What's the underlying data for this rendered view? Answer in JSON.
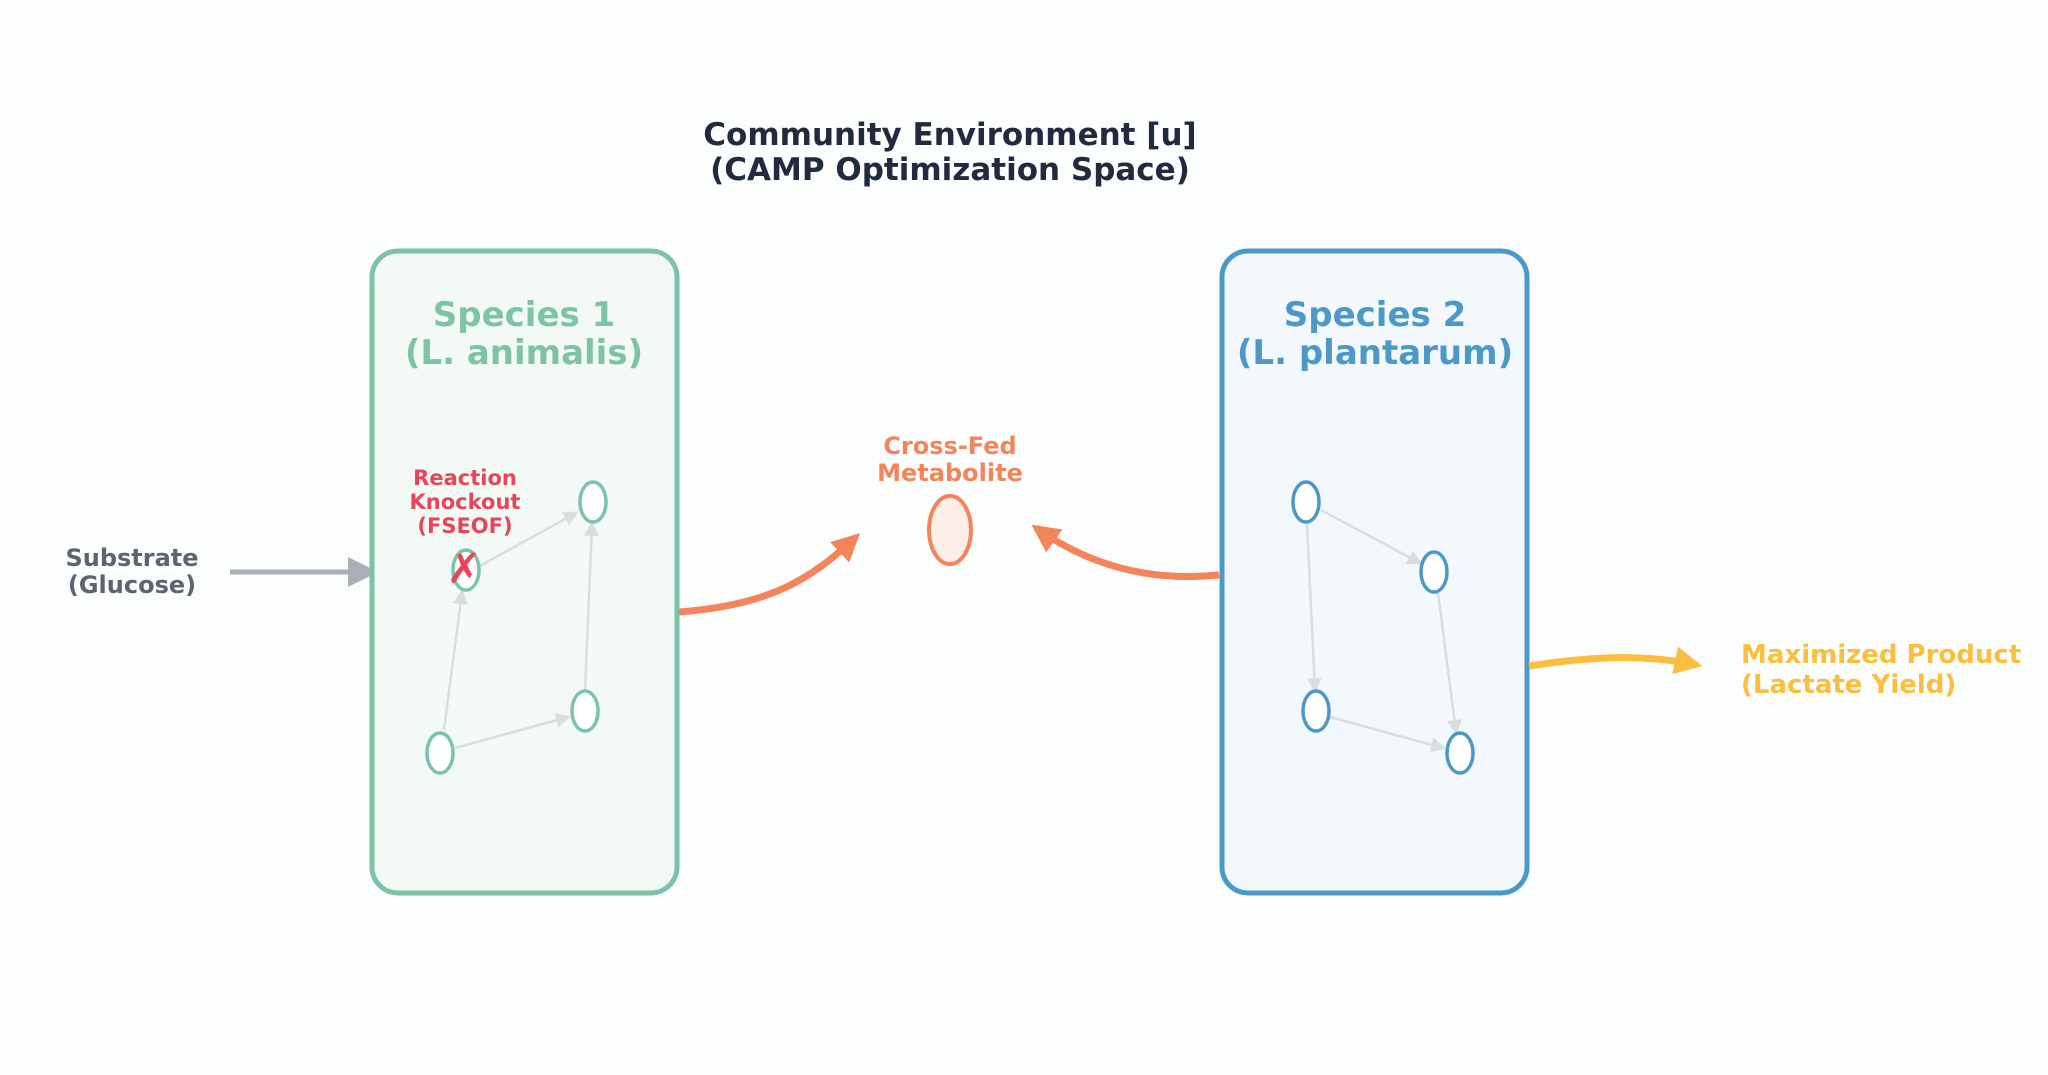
{
  "title": {
    "line1": "Community Environment [u]",
    "line2": "(CAMP Optimization Space)",
    "color": "#222a3f"
  },
  "substrate": {
    "line1": "Substrate",
    "line2": "(Glucose)",
    "color": "#5c6470",
    "arrow_color": "#a9b0b7"
  },
  "species1": {
    "line1": "Species 1",
    "line2": "(L. animalis)",
    "color": "#7dc3a8",
    "fill": "#f3faf5"
  },
  "knockout": {
    "line1": "Reaction",
    "line2": "Knockout",
    "line3": "(FSEOF)",
    "mark": "✗",
    "color": "#e8455a"
  },
  "cross_fed": {
    "line1": "Cross-Fed",
    "line2": "Metabolite",
    "color": "#f4845a",
    "fill": "#fdeee8"
  },
  "species2": {
    "line1": "Species 2",
    "line2": "(L. plantarum)",
    "color": "#4c99c9",
    "fill": "#f3f8fd"
  },
  "product": {
    "line1": "Maximized Product",
    "line2": "(Lactate Yield)",
    "color": "#fbbe3f"
  },
  "network_edge_color": "#d9dde0"
}
